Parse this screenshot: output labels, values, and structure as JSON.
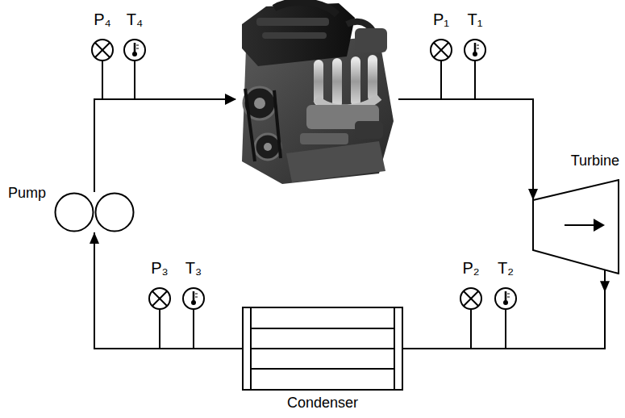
{
  "diagram": {
    "nodes": [
      {
        "text": [
          "Pump"
        ]
      },
      {
        "text": [
          "Turbine"
        ]
      },
      {
        "text": [
          "Condenser"
        ]
      }
    ],
    "edges": [
      {
        "from": 2,
        "to": 0,
        "arrow": "to"
      },
      {
        "from": 0,
        "to": 1,
        "arrow": "to"
      },
      {
        "from": 1,
        "to": 2,
        "arrow": "to"
      }
    ],
    "labels": [
      "P₄",
      "T₄",
      "P₁",
      "T₁",
      "P₃",
      "T₃",
      "P₂",
      "T₂"
    ]
  }
}
